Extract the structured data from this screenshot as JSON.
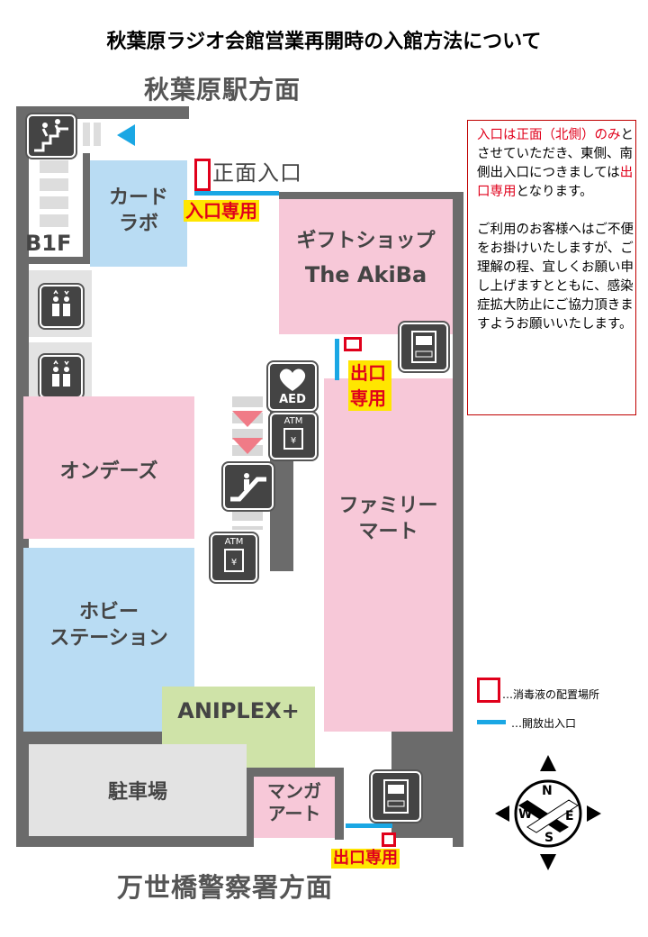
{
  "title": "秋葉原ラジオ会館営業再開時の入館方法について",
  "directions": {
    "north": "秋葉原駅方面",
    "south": "万世橋警察署方面"
  },
  "entrance": {
    "label": "正面入口",
    "tag": "入口専用"
  },
  "exit_tags": {
    "east": "出口専用",
    "south": "出口専用"
  },
  "floor_label": "B1F",
  "stores": {
    "card_lab": "カード\nラボ",
    "gift_shop_1": "ギフトショップ",
    "gift_shop_2": "The AkiBa",
    "ondes": "オンデーズ",
    "familymart": "ファミリー\nマート",
    "hobby_station": "ホビー\nステーション",
    "aniplex": "ANIPLEX+",
    "parking": "駐車場",
    "manga_art": "マンガ\nアート"
  },
  "icons": {
    "aed": "AED",
    "atm": "ATM"
  },
  "notice": {
    "red1": "入口は正面（北側）",
    "red2": "のみ",
    "black1": "とさせていただき、東側、南側出入口につきましては",
    "red3": "出口専用",
    "black2": "となります。",
    "paragraph2": "ご利用のお客様へはご不便をお掛けいたしますが、ご理解の程、宜しくお願い申し上げますとともに、感染症拡大防止にご協力頂きますようお願いいたします。"
  },
  "legend": {
    "disinfectant": "…消毒液の配置場所",
    "open_door": "…開放出入口"
  },
  "compass": {
    "n": "N",
    "e": "E",
    "s": "S",
    "w": "W"
  },
  "colors": {
    "shop_pink": "#f7c8d8",
    "shop_blue": "#b9dcf3",
    "shop_green": "#cfe3a8",
    "wall": "#6b6b6b",
    "alert_red": "#e0001b",
    "tag_yellow": "#ffe600",
    "door_blue": "#1aa7e4"
  }
}
